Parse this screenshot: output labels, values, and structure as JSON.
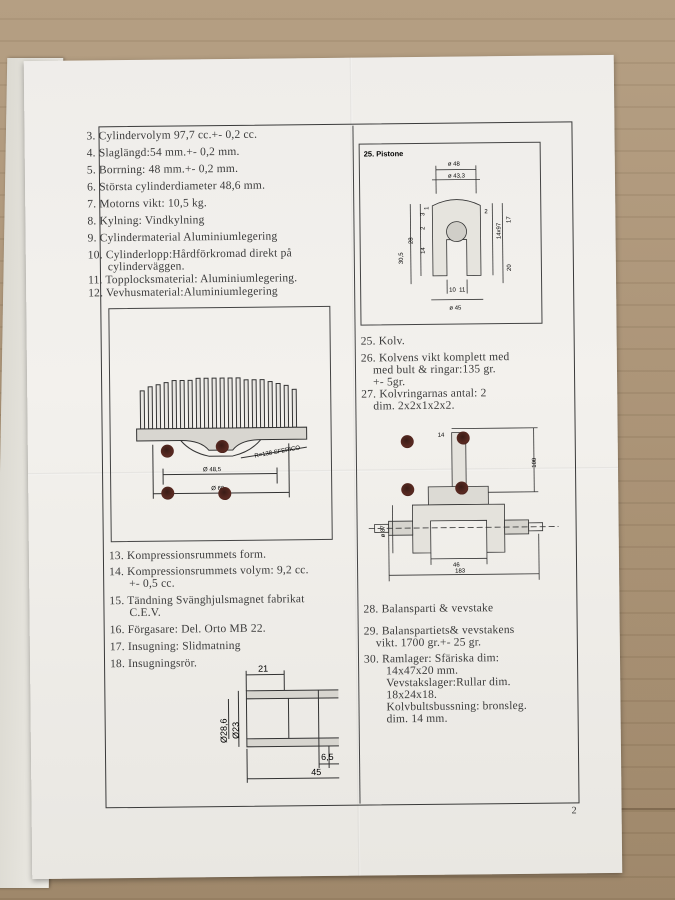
{
  "left_items": [
    {
      "num": "3.",
      "text": "Cylindervolym 97,7 cc.+- 0,2 cc."
    },
    {
      "num": "4.",
      "text": "Slaglängd:54 mm.+- 0,2 mm."
    },
    {
      "num": "5.",
      "text": "Borrning: 48 mm.+- 0,2 mm."
    },
    {
      "num": "6.",
      "text": "Största cylinderdiameter 48,6 mm."
    },
    {
      "num": "7.",
      "text": "Motorns vikt: 10,5 kg."
    },
    {
      "num": "8.",
      "text": "Kylning: Vindkylning"
    },
    {
      "num": "9.",
      "text": "Cylindermaterial Aluminiumlegering"
    },
    {
      "num": "10.",
      "text": "Cylinderlopp:Hårdförkromad direkt på",
      "cont": "cylinderväggen."
    },
    {
      "num": "11.",
      "text": "Topplocksmaterial: Aluminiumlegering."
    },
    {
      "num": "12.",
      "text": "Vevhusmaterial:Aluminiumlegering"
    }
  ],
  "left_items_2": [
    {
      "num": "13.",
      "text": "Kompressionsrummets form."
    },
    {
      "num": "14.",
      "text": "Kompressionsrummets volym: 9,2 cc.",
      "cont": "+- 0,5 cc."
    },
    {
      "num": "15.",
      "text": "Tändning Svänghjulsmagnet fabrikat",
      "cont": "C.E.V."
    },
    {
      "num": "16.",
      "text": "Förgasare: Del. Orto MB 22."
    },
    {
      "num": "17.",
      "text": "Insugning: Slidmatning"
    },
    {
      "num": "18.",
      "text": "Insugningsrör."
    }
  ],
  "right_items": [
    {
      "num": "25.",
      "text": "Kolv."
    },
    {
      "num": "26.",
      "text": "Kolvens vikt komplett med",
      "cont": "med bult & ringar:135 gr.",
      "cont2": "+- 5gr."
    },
    {
      "num": "27.",
      "text": "Kolvringarnas antal: 2",
      "cont": "dim. 2x2x1x2x2."
    }
  ],
  "right_items_2": [
    {
      "num": "28.",
      "text": "Balansparti & vevstake"
    },
    {
      "num": "29.",
      "text": "Balanspartiets& vevstakens",
      "cont": "vikt. 1700 gr.+- 25 gr."
    },
    {
      "num": "30.",
      "text": "Ramlager: Sfäriska dim:",
      "lines": [
        "14x47x20 mm.",
        "Vevstakslager:Rullar dim.",
        "18x24x18.",
        "Kolvbultsbussning: bronsleg.",
        "dim. 14 mm."
      ]
    }
  ],
  "piston_box": {
    "title": "25. Pistone",
    "dims": {
      "d48": "ø 48",
      "d433": "ø 43,3",
      "d45": "ø 45",
      "h28": "28",
      "h305": "30,5",
      "h14": "14",
      "h2": "2",
      "h3": "3",
      "h1": "1",
      "h17": "17",
      "h20": "20",
      "h2b": "2",
      "r10": "10",
      "r11": "11",
      "note": "14x97"
    }
  },
  "head_dims": {
    "d485": "Ø 48,5",
    "d60": "Ø 60",
    "r": "R=138 SFERICO"
  },
  "intake_dims": {
    "w21": "21",
    "d286": "Ø28,6",
    "d23": "Ø23",
    "w65": "6,5",
    "w45": "45"
  },
  "crank_dims": {
    "h100": "100",
    "w46": "46",
    "w183": "183",
    "d87": "ø 87",
    "d14": "14"
  },
  "page_number": "2"
}
